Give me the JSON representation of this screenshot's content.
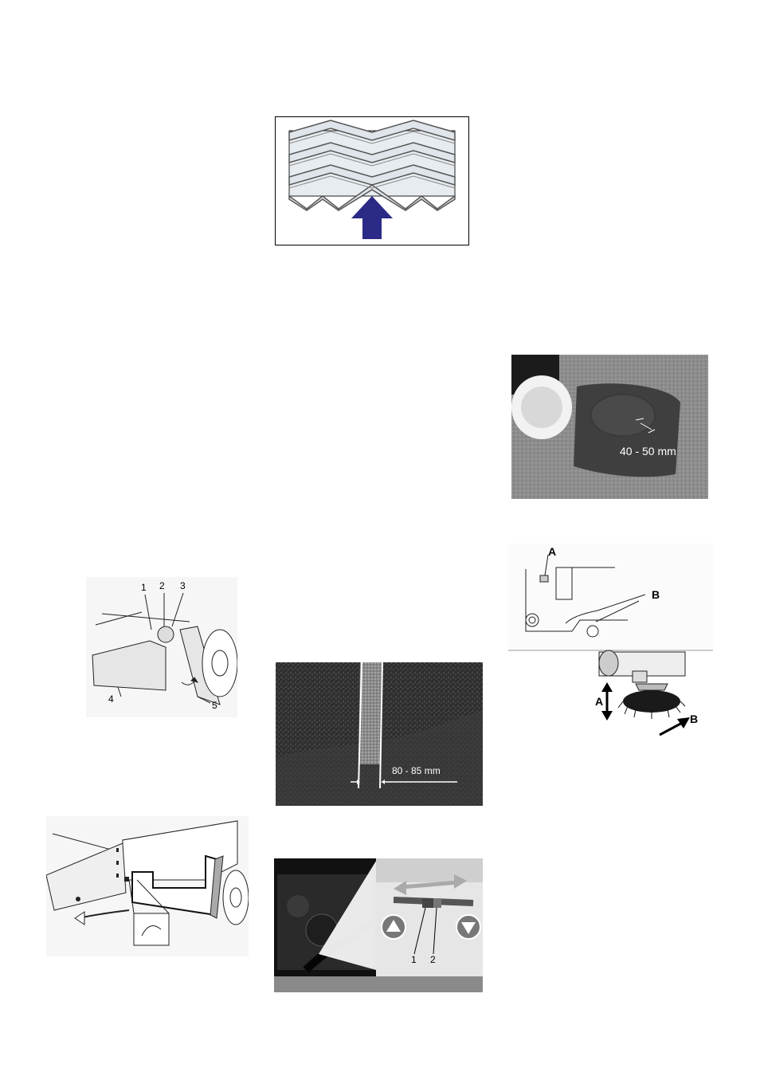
{
  "figures": {
    "filter_chevron": {},
    "side_brush_flaps": {
      "callouts": [
        "1",
        "2",
        "3",
        "4",
        "5"
      ]
    },
    "flap_removal": {},
    "main_brush_pattern": {
      "measurement": "80 - 85 mm"
    },
    "adjust_linkage": {
      "callouts": [
        "1",
        "2"
      ]
    },
    "side_brush_pattern": {
      "measurement": "40 - 50 mm"
    },
    "side_brush_adjust": {
      "callouts_top": [
        "A",
        "B"
      ],
      "callouts_bottom": [
        "A",
        "B"
      ]
    }
  },
  "colors": {
    "arrow_blue": "#2b2a86",
    "chevron_fill": "#dfe5ea",
    "chevron_stroke": "#555555",
    "photo_gray": "#6f6f6f"
  }
}
